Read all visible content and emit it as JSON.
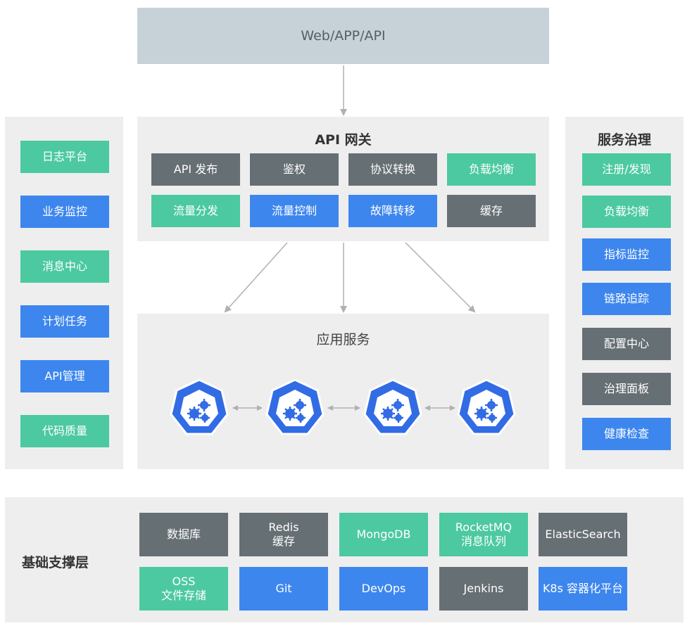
{
  "client": {
    "label": "Web/APP/API"
  },
  "gateway": {
    "title": "API 网关",
    "items": [
      "API 发布",
      "鉴权",
      "协议转换",
      "负载均衡",
      "流量分发",
      "流量控制",
      "故障转移",
      "缓存"
    ]
  },
  "left_sidebar": {
    "items": [
      "日志平台",
      "业务监控",
      "消息中心",
      "计划任务",
      "API管理",
      "代码质量"
    ]
  },
  "governance": {
    "title": "服务治理",
    "items": [
      "注册/发现",
      "负载均衡",
      "指标监控",
      "链路追踪",
      "配置中心",
      "治理面板",
      "健康检查"
    ]
  },
  "app_services": {
    "title": "应用服务"
  },
  "infrastructure": {
    "title": "基础支撑层",
    "items": [
      "数据库",
      "Redis\n缓存",
      "MongoDB",
      "RocketMQ\n消息队列",
      "ElasticSearch",
      "OSS\n文件存储",
      "Git",
      "DevOps",
      "Jenkins",
      "K8s 容器化平台"
    ]
  },
  "colors": {
    "green": "#4cc9a0",
    "blue": "#3d86ee",
    "gray": "#666f74",
    "client_bg": "#c7d1d8",
    "panel_bg": "#eeeeee",
    "k8s_blue": "#326ce5"
  }
}
